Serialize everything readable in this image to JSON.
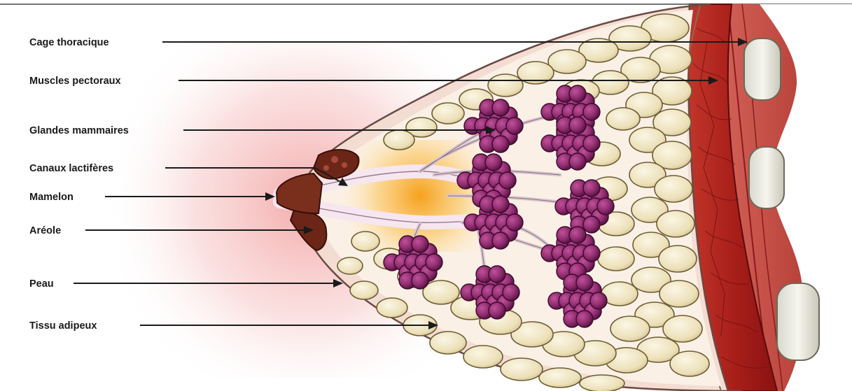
{
  "labels": [
    {
      "id": "cage",
      "text": "Cage thoracique"
    },
    {
      "id": "muscles",
      "text": "Muscles pectoraux"
    },
    {
      "id": "glandes",
      "text": "Glandes mammaires"
    },
    {
      "id": "canaux",
      "text": "Canaux lactifères"
    },
    {
      "id": "mamelon",
      "text": "Mamelon"
    },
    {
      "id": "areole",
      "text": "Aréole"
    },
    {
      "id": "peau",
      "text": "Peau"
    },
    {
      "id": "adipeux",
      "text": "Tissu adipeux"
    }
  ],
  "colors": {
    "skin": "#f1d8cf",
    "skin_outline": "#6a4a44",
    "fat": "#efe6c6",
    "fat_outline": "#7a6a40",
    "gland": "#8e2c6e",
    "gland_dark": "#5a1244",
    "muscle": "#b3261e",
    "muscle_dark": "#7a1010",
    "rib": "#ecebe2",
    "areola": "#6b2a1a",
    "duct_glow": "#f5a623",
    "background_glow": "#f6b4b4"
  }
}
